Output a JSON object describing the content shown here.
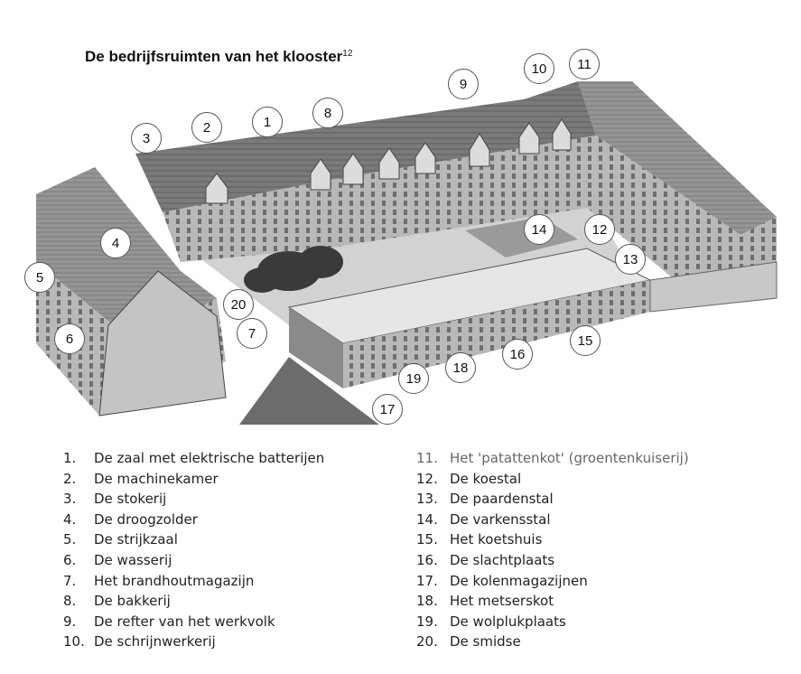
{
  "title": {
    "text": "De bedrijfsruimten van het klooster",
    "footnote": "12"
  },
  "markers": [
    "1",
    "2",
    "3",
    "4",
    "5",
    "6",
    "7",
    "8",
    "9",
    "10",
    "11",
    "12",
    "13",
    "14",
    "15",
    "16",
    "17",
    "18",
    "19",
    "20"
  ],
  "legend": [
    {
      "num": "1.",
      "label": "De zaal met elektrische batterijen"
    },
    {
      "num": "2.",
      "label": "De machinekamer"
    },
    {
      "num": "3.",
      "label": "De stokerij"
    },
    {
      "num": "4.",
      "label": "De droogzolder"
    },
    {
      "num": "5.",
      "label": "De strijkzaal"
    },
    {
      "num": "6.",
      "label": "De wasserij"
    },
    {
      "num": "7.",
      "label": "Het brandhoutmagazijn"
    },
    {
      "num": "8.",
      "label": "De bakkerij"
    },
    {
      "num": "9.",
      "label": "De refter van het werkvolk"
    },
    {
      "num": "10.",
      "label": "De schrijnwerkerij"
    },
    {
      "num": "11.",
      "label": "Het 'patattenkot' (groentenkuiserij)"
    },
    {
      "num": "12.",
      "label": "De koestal"
    },
    {
      "num": "13.",
      "label": "De paardenstal"
    },
    {
      "num": "14.",
      "label": "De varkensstal"
    },
    {
      "num": "15.",
      "label": "Het koetshuis"
    },
    {
      "num": "16.",
      "label": "De slachtplaats"
    },
    {
      "num": "17.",
      "label": "De kolenmagazijnen"
    },
    {
      "num": "18.",
      "label": "Het metserskot"
    },
    {
      "num": "19.",
      "label": "De wolplukplaats"
    },
    {
      "num": "20.",
      "label": "De smidse"
    }
  ]
}
